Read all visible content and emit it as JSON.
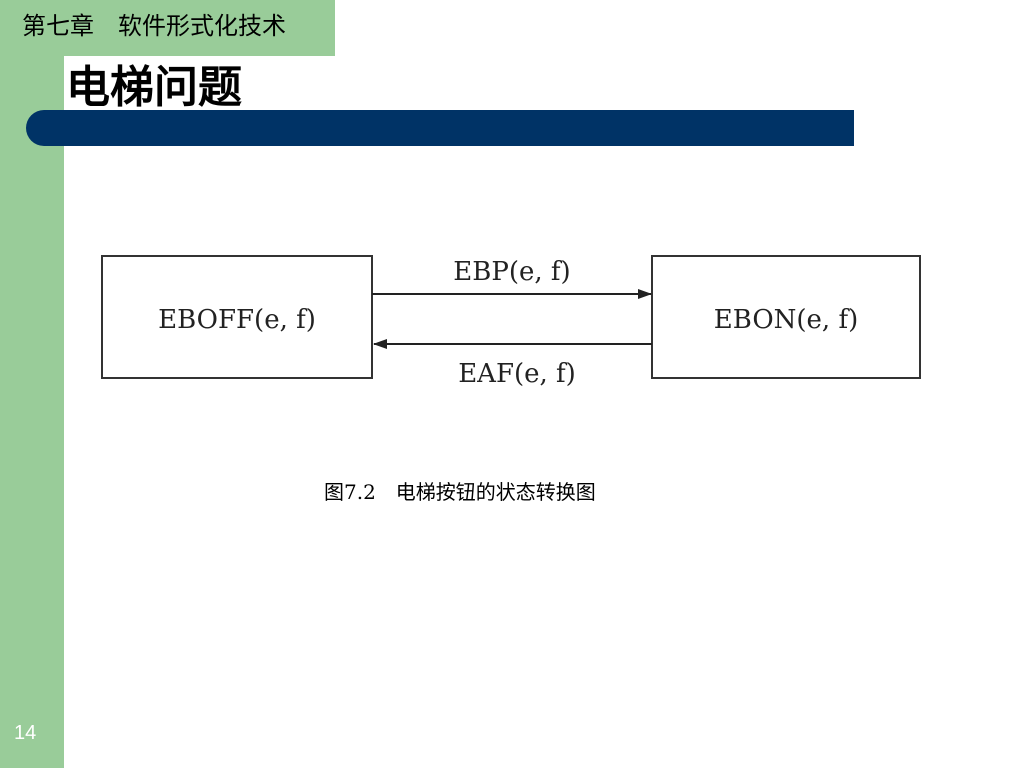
{
  "header": {
    "chapter": "第七章　软件形式化技术",
    "title": "电梯问题"
  },
  "diagram": {
    "states": [
      {
        "id": "off",
        "label": "EBOFF(e, f)"
      },
      {
        "id": "on",
        "label": "EBON(e, f)"
      }
    ],
    "transitions": [
      {
        "from": "off",
        "to": "on",
        "label": "EBP(e, f)"
      },
      {
        "from": "on",
        "to": "off",
        "label": "EAF(e, f)"
      }
    ],
    "caption": "图7.2　电梯按钮的状态转换图"
  },
  "footer": {
    "page_number": "14"
  },
  "colors": {
    "sidebar": "#99cc99",
    "title_rule": "#003366"
  }
}
